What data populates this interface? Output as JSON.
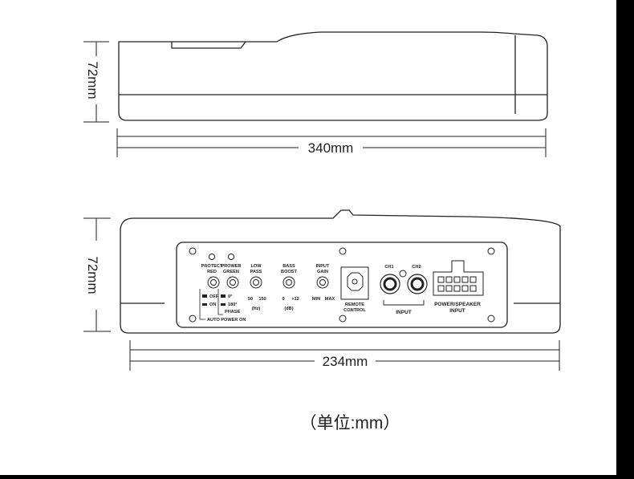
{
  "dimensions": {
    "side_height": "72mm",
    "side_length": "340mm",
    "front_height": "72mm",
    "front_width": "234mm"
  },
  "panel": {
    "protect_label": "PROTECT",
    "protect_color": "RED",
    "power_label": "PROWER",
    "power_color": "GREEN",
    "low_pass_1": "LOW",
    "low_pass_2": "PASS",
    "low_pass_min": "50",
    "low_pass_max": "150",
    "low_pass_unit": "(Hz)",
    "bass_boost_1": "BASS",
    "bass_boost_2": "BOOST",
    "bass_boost_min": "0",
    "bass_boost_max": "+12",
    "bass_boost_unit": "(dB)",
    "input_gain_1": "INPUT",
    "input_gain_2": "GAIN",
    "gain_min": "MIN",
    "gain_max": "MAX",
    "switch_off": "OFF",
    "switch_on": "ON",
    "phase_0": "0°",
    "phase_180": "180°",
    "phase_label": "PHASE",
    "auto_power": "AUTO POWER ON",
    "remote_1": "REMOTE",
    "remote_2": "CONTROL",
    "ch1": "CH1",
    "ch2": "CH2",
    "input_label": "INPUT",
    "power_speaker_1": "POWER/SPEAKER",
    "power_speaker_2": "INPUT"
  },
  "unit_note": "（单位:mm）",
  "colors": {
    "line": "#222222",
    "background": "#ffffff"
  }
}
